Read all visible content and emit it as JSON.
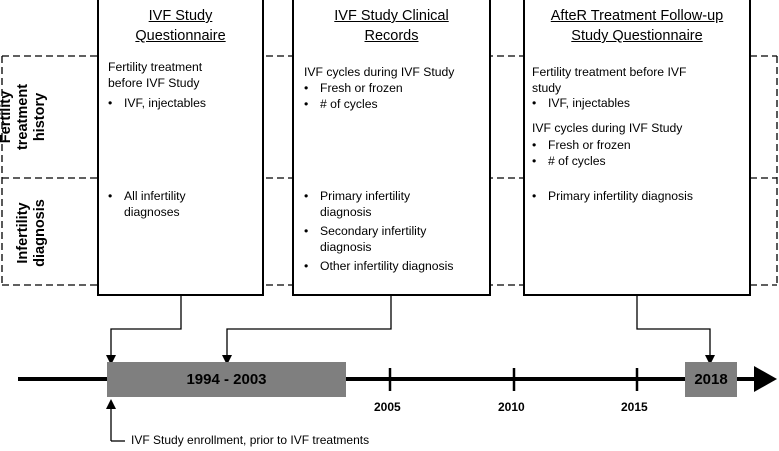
{
  "columns": [
    {
      "title": [
        "IVF Study",
        "Questionnaire"
      ],
      "fertility_history": {
        "heading": [
          "Fertility treatment",
          "before IVF Study"
        ],
        "items": [
          "IVF, injectables"
        ]
      },
      "infertility_diagnosis": {
        "items": [
          [
            "All infertility",
            "diagnoses"
          ]
        ]
      }
    },
    {
      "title": [
        "IVF Study Clinical",
        "Records"
      ],
      "fertility_history": {
        "heading": [
          "IVF cycles during IVF Study"
        ],
        "items": [
          "Fresh or frozen",
          "# of cycles"
        ]
      },
      "infertility_diagnosis": {
        "items": [
          [
            "Primary infertility",
            "diagnosis"
          ],
          [
            "Secondary infertility",
            "diagnosis"
          ],
          [
            "Other infertility diagnosis"
          ]
        ]
      }
    },
    {
      "title": [
        "AfteR Treatment Follow-up",
        "Study Questionnaire"
      ],
      "fertility_history": {
        "heading": [
          "Fertility treatment before IVF",
          "study"
        ],
        "items": [
          "IVF, injectables"
        ],
        "heading2": [
          "IVF cycles during IVF Study"
        ],
        "items2": [
          "Fresh or frozen",
          "# of cycles"
        ]
      },
      "infertility_diagnosis": {
        "items": [
          [
            "Primary infertility diagnosis"
          ]
        ]
      }
    }
  ],
  "row_labels": {
    "fertility_history": [
      "Fertility",
      "treatment",
      "history"
    ],
    "infertility_diagnosis": [
      "Infertility",
      "diagnosis"
    ]
  },
  "timeline": {
    "study_period": "1994 - 2003",
    "ticks": [
      "2005",
      "2010",
      "2015"
    ],
    "end_year": "2018",
    "enrollment_note": "IVF Study enrollment, prior to IVF treatments"
  },
  "colors": {
    "bar": "#7f7f7f",
    "line": "#000000"
  }
}
